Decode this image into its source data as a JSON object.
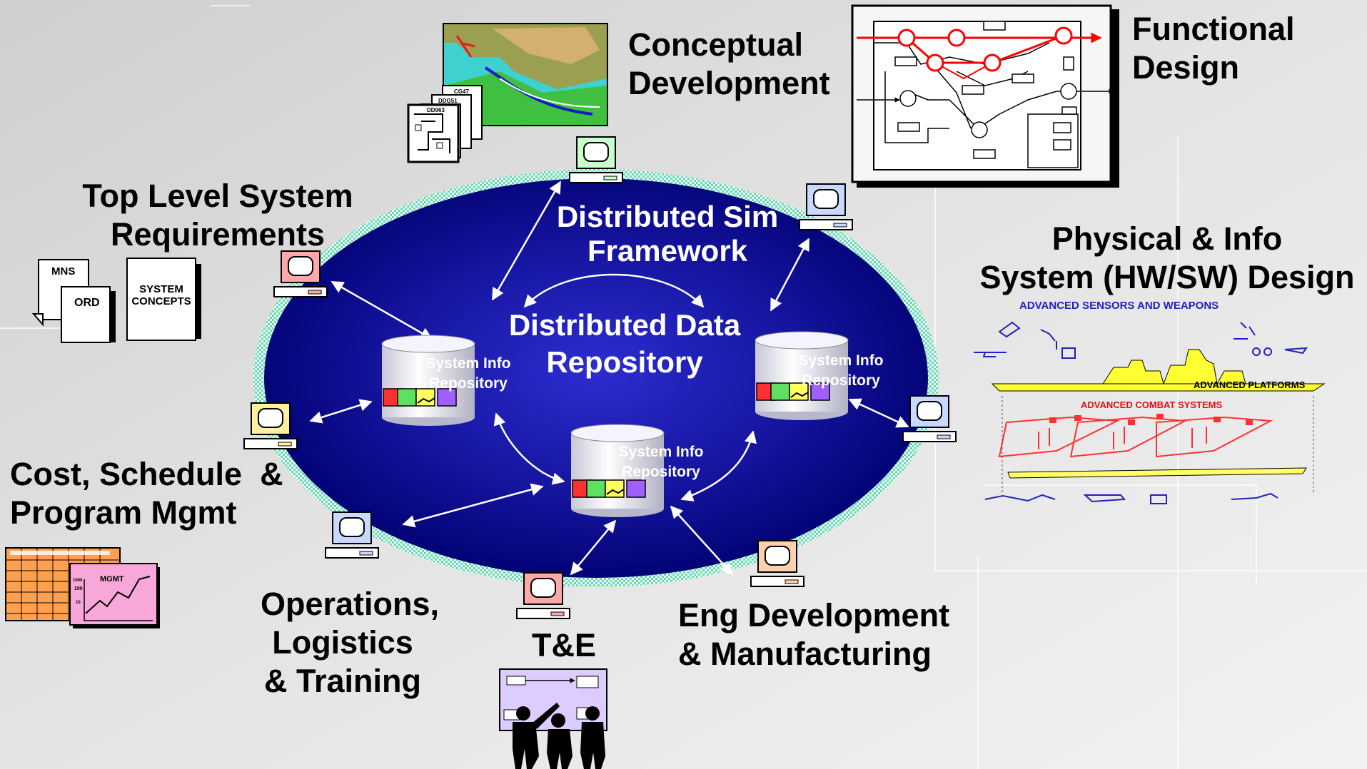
{
  "ring": {
    "framework_title": [
      "Distributed Sim",
      "Framework"
    ],
    "repository_title": [
      "Distributed Data",
      "Repository"
    ],
    "node_label": [
      "System Info",
      "Repository"
    ]
  },
  "labels": {
    "conceptual": [
      "Conceptual",
      "Development"
    ],
    "functional": [
      "Functional",
      "Design"
    ],
    "top_level": [
      "Top Level System",
      "Requirements"
    ],
    "physical": [
      "Physical & Info",
      "System (HW/SW) Design"
    ],
    "cost": [
      "Cost, Schedule  &",
      "Program Mgmt"
    ],
    "operations": [
      "Operations,",
      "Logistics",
      "& Training"
    ],
    "te": "T&E",
    "eng": [
      "Eng Development",
      "& Manufacturing"
    ]
  },
  "docs": {
    "mns": "MNS",
    "ord": "ORD",
    "concepts": [
      "SYSTEM",
      "CONCEPTS"
    ],
    "ddg": [
      "CG47",
      "DDG51",
      "DD963"
    ],
    "mgmt": "MGMT",
    "mgmt_ticks": [
      "1000",
      "100",
      "10"
    ]
  },
  "ship": {
    "sensors": "ADVANCED SENSORS AND WEAPONS",
    "platforms": "ADVANCED PLATFORMS",
    "combat": "ADVANCED COMBAT SYSTEMS"
  },
  "colors": {
    "ellipse_inner": "#1a1aa8",
    "ellipse_outer": "#000066",
    "ring_border": "#8fe0c8",
    "flow_red": "#ff0000",
    "ship_yellow": "#ffff33",
    "ship_blue": "#2020c0"
  }
}
